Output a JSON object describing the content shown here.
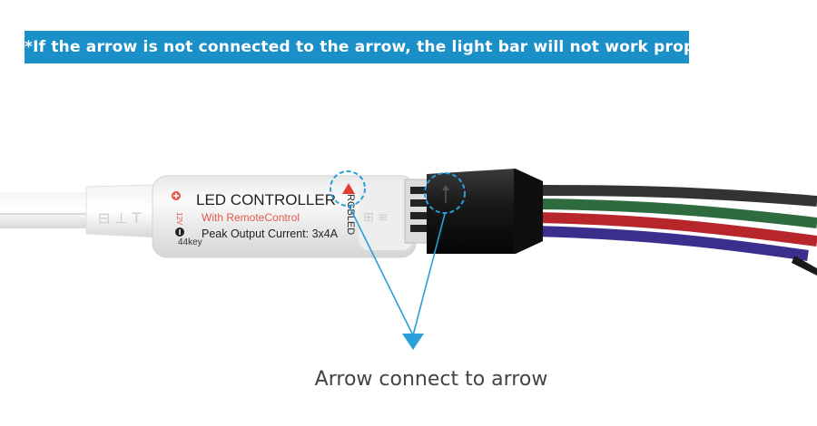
{
  "banner": {
    "text": "*If the arrow is not connected to the arrow, the light bar will not work properly",
    "color": "#1b8fc8"
  },
  "controller": {
    "title": "LED CONTROLLER",
    "subtitle": "With RemoteControl",
    "spec": "Peak Output Current: 3x4A",
    "voltage": "12V",
    "keys": "44key",
    "port_label": "RGBLED"
  },
  "annotation": {
    "caption": "Arrow connect to arrow",
    "accent_color": "#2a9fd8"
  }
}
